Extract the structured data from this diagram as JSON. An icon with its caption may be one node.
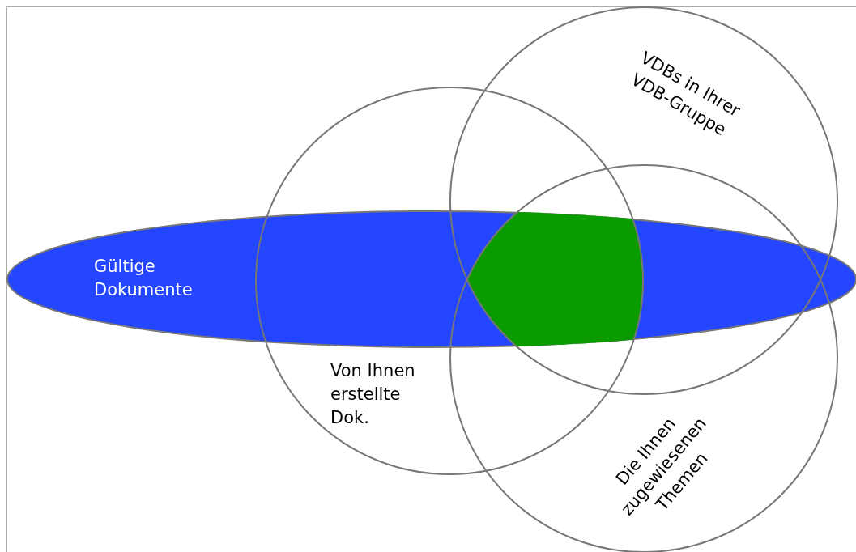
{
  "diagram": {
    "nodes": [
      {
        "text": [
          "Gültige Dokumente"
        ]
      },
      {
        "text": [
          "Von Ihnen erstellte Dok."
        ]
      },
      {
        "text": [
          "VDBs in Ihrer VDB-Gruppe"
        ]
      },
      {
        "text": [
          "Die Ihnen zugewiesenen Themen"
        ]
      },
      {
        "text": [],
        "shape": "region"
      }
    ]
  }
}
